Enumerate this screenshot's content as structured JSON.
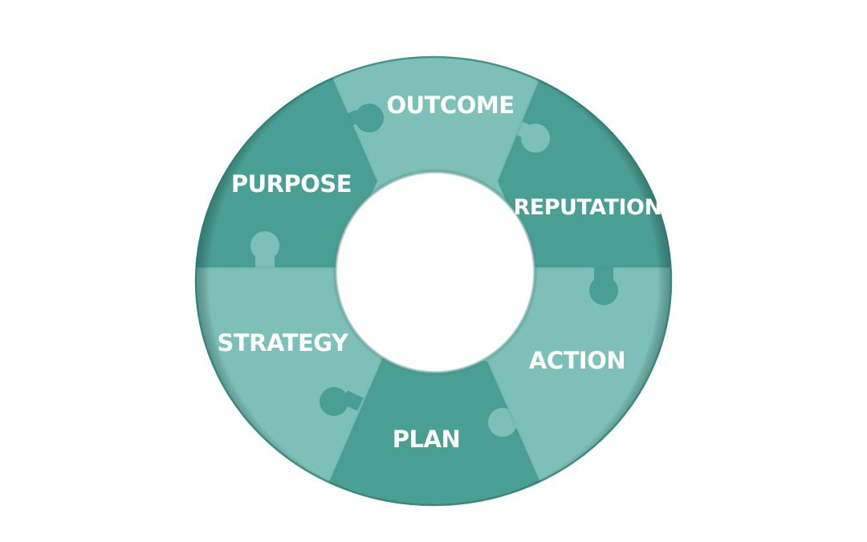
{
  "diagram": {
    "type": "puzzle-ring-cycle",
    "colors": {
      "dark": "#4a9f95",
      "light": "#7dc0ba",
      "edge": "#2f7d73",
      "label": "#ffffff",
      "background": "#ffffff"
    },
    "segments": [
      {
        "id": "purpose",
        "label": "PURPOSE",
        "shade": "dark"
      },
      {
        "id": "outcome",
        "label": "OUTCOME",
        "shade": "light"
      },
      {
        "id": "reputation",
        "label": "REPUTATION",
        "shade": "dark"
      },
      {
        "id": "action",
        "label": "ACTION",
        "shade": "light"
      },
      {
        "id": "plan",
        "label": "PLAN",
        "shade": "dark"
      },
      {
        "id": "strategy",
        "label": "STRATEGY",
        "shade": "light"
      }
    ]
  }
}
